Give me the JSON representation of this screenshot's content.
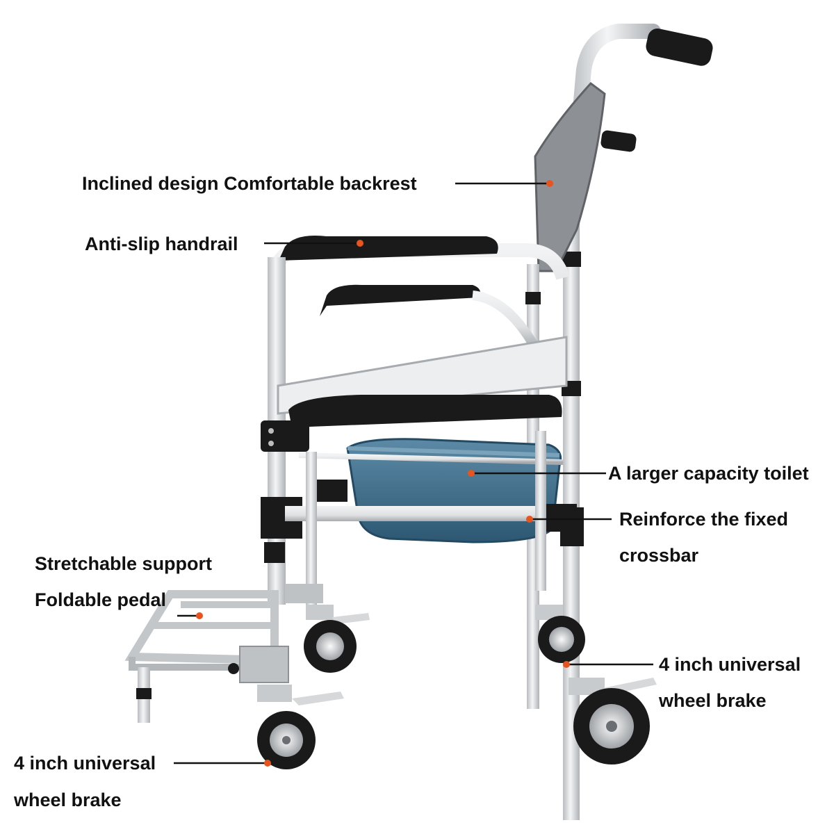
{
  "callouts": {
    "backrest": "Inclined design Comfortable backrest",
    "handrail": "Anti-slip handrail",
    "toilet": "A larger capacity toilet",
    "crossbar_line1": "Reinforce the fixed",
    "crossbar_line2": "crossbar",
    "pedal_line1": "Stretchable support",
    "pedal_line2": "Foldable pedal",
    "rear_wheel_line1": "4 inch universal",
    "rear_wheel_line2": "wheel brake",
    "front_wheel_line1": "4 inch universal",
    "front_wheel_line2": "wheel brake"
  },
  "colors": {
    "frame": "#e6e8ea",
    "frame_shadow": "#a9adb1",
    "black_parts": "#1a1a1a",
    "bucket": "#3f6f8c",
    "marker_dot": "#e8541e",
    "leader_line": "#111111"
  }
}
